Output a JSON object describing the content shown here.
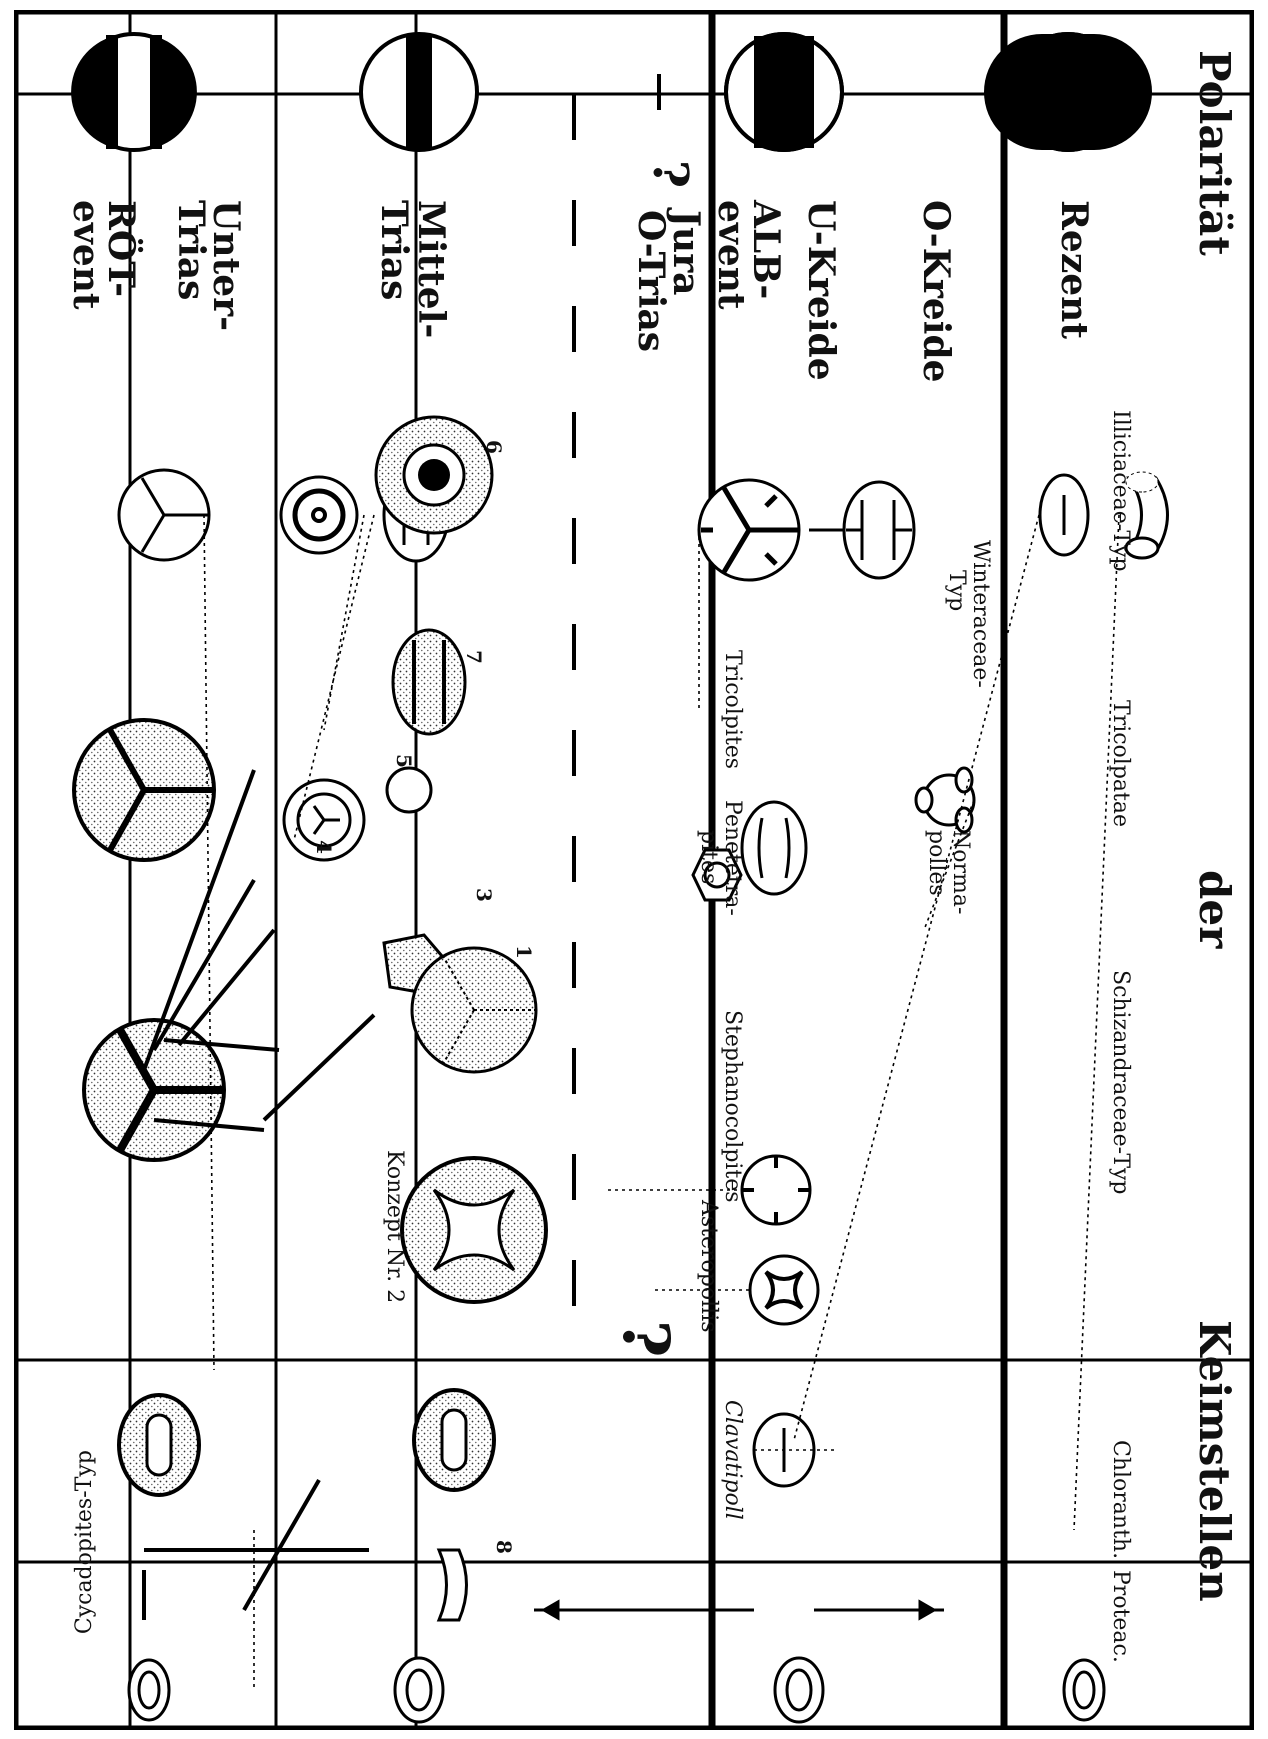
{
  "title": {
    "word1": "Polarität",
    "word2": "der",
    "word3": "Keimstellen"
  },
  "periods": {
    "rezent": "Rezent",
    "okreide": "O-Kreide",
    "ukreide": "U-Kreide",
    "alb_line1": "ALB-",
    "alb_line2": "event",
    "question_mark": "?",
    "jura": "Jura",
    "otrias": "O-Trias",
    "mittel_line1": "Mittel-",
    "mittel_line2": "Trias",
    "unter_line1": "Unter-",
    "unter_line2": "Trias",
    "roet_line1": "RÖT-",
    "roet_line2": "event"
  },
  "taxa": {
    "illiciaceae": "Illiciaceae-Typ",
    "tricolpatae": "Tricolpatae",
    "schizandraceae": "Schizandraceae-Typ",
    "chloranth": "Chloranth.",
    "proteac": "Proteac.",
    "winteraceae_line1": "Winteraceae-",
    "winteraceae_line2": "Typ",
    "normapolles_line1": "Norma-",
    "normapolles_line2": "polles",
    "tricolpites": "Tricolpites",
    "penetetrapites_line1": "Penetetra-",
    "penetetrapites_line2": "pites",
    "stephanocolpites": "Stephanocolpites",
    "asteropollis": "Asteropollis",
    "clavatipoll": "Clavatipoll",
    "cycadopites": "Cycadopites-Typ",
    "konzept": "Konzept Nr. 2",
    "big_question": "?"
  },
  "numbers": [
    "1",
    "3",
    "4",
    "5",
    "6",
    "7",
    "8"
  ]
}
